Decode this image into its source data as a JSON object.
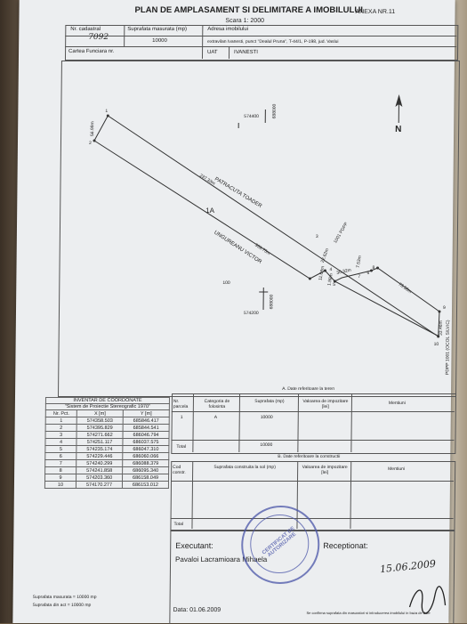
{
  "header": {
    "title": "PLAN DE AMPLASAMENT SI DELIMITARE A IMOBILULUI",
    "annex": "ANEXA NR.11",
    "scale": "Scara 1: 2000"
  },
  "top_fields": {
    "nr_cadastral_label": "Nr. cadastral",
    "nr_cadastral_value": "7092",
    "suprafata_label": "Suprafata masurata (mp)",
    "suprafata_value": "10000",
    "adresa_label": "Adresa imobilului",
    "adresa_value": "extravilan Ivanesti, punct \"Dealul Pruna\", T-44/1, P-198, jud. Vaslui",
    "cartea_label": "Cartea Funciara nr.",
    "uat_label": "UAT",
    "uat_value": "IVANESTI"
  },
  "map": {
    "north": "N",
    "grid_top": "574400",
    "grid_top_y": "688000",
    "grid_bottom": "574200",
    "grid_bottom_y": "688000",
    "point_label": "100",
    "parcel": "1A",
    "neighbor_top": "PATRACUTA TOADER",
    "neighbor_bottom": "UNGUREANU VICTOR",
    "neighbor_right": "1001 PDPP",
    "neighbor_far_right": "PDPP 1001 (OCOL SILVIC)",
    "dist_left": "56.99m",
    "dist_top": "237.33m",
    "dist_bottom": "359.75m",
    "dist_3_4": "22.62m",
    "dist_4_5": "11.68m",
    "dist_5_6": "1.98m",
    "dist_6_7": "30.32m",
    "dist_7_8": "7.53m",
    "dist_8_9": "73.58m",
    "dist_9_10": "33.46m",
    "points": [
      "1",
      "2",
      "3",
      "4",
      "5",
      "6",
      "7",
      "8",
      "9",
      "10"
    ]
  },
  "inventory": {
    "title": "INVENTAR DE COORDONATE",
    "subtitle": "\"Sistem de Proiectie Stereografic 1970\"",
    "headers": [
      "Nr. Pct.",
      "X [m]",
      "Y [m]"
    ],
    "rows": [
      [
        "1",
        "574358.503",
        "685846.417"
      ],
      [
        "2",
        "574395.829",
        "685844.541"
      ],
      [
        "3",
        "574271.662",
        "686046.794"
      ],
      [
        "4",
        "574251.117",
        "686037.575"
      ],
      [
        "5",
        "574235.174",
        "686047.310"
      ],
      [
        "6",
        "574229.446",
        "686060.066"
      ],
      [
        "7",
        "574240.299",
        "686088.379"
      ],
      [
        "8",
        "574241.858",
        "686095.340"
      ],
      [
        "9",
        "574203.360",
        "686158.049"
      ],
      [
        "10",
        "574170.277",
        "686153.012"
      ]
    ]
  },
  "teren": {
    "title": "A. Date referitoare la teren",
    "headers": [
      "Nr. parcela",
      "Categoria de folosinta",
      "Suprafata (mp)",
      "Valoarea de impozitare [lei]",
      "Mentiuni"
    ],
    "row": [
      "1",
      "A",
      "10000",
      "",
      ""
    ],
    "total_label": "Total",
    "total_value": "10000"
  },
  "constructii": {
    "title": "B. Date referitoare la constructii",
    "headers": [
      "Cod constr.",
      "Suprafata construita la sol (mp)",
      "Valoarea de impozitare [lei]",
      "Mentiuni"
    ],
    "total_label": "Total"
  },
  "footer": {
    "executant_label": "Executant:",
    "executant_name": "Pavaloi Lacramioara Mihaela",
    "receptionat_label": "Receptionat:",
    "sup_masurata": "Suprafata masurata = 10000 mp",
    "sup_act": "Suprafata din act = 10000 mp",
    "data": "Data: 01.06.2009",
    "handwritten_date": "15.06.2009",
    "confirm_note": "Se confirma suprafata din masuratori si introducerea imobilului in baza de date"
  },
  "stamp": {
    "text": "CERTIFICAT DE AUTORIZARE",
    "color": "#4a55a8"
  }
}
